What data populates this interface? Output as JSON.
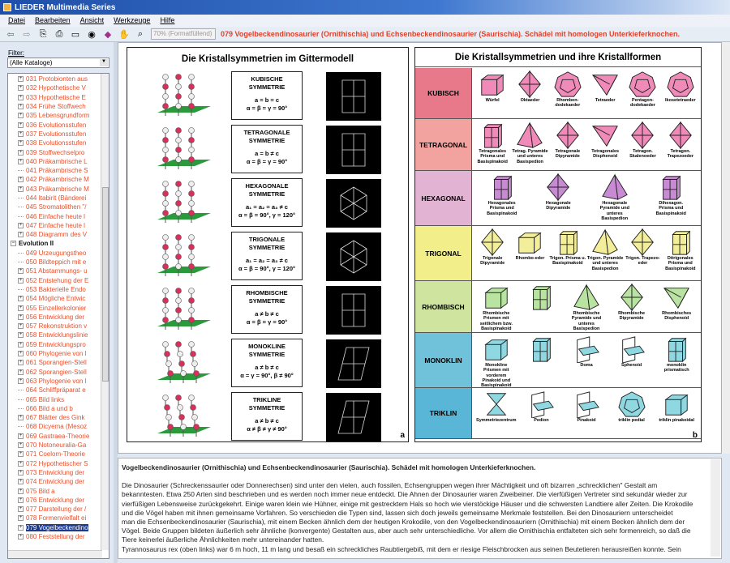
{
  "app": {
    "title": "LIEDER Multimedia Series"
  },
  "menu": [
    "Datei",
    "Bearbeiten",
    "Ansicht",
    "Werkzeuge",
    "Hilfe"
  ],
  "toolbar": {
    "zoom_value": "70% (Formatfüllend)",
    "doc_title": "079 Vogelbeckendinosaurier (Ornithischia) und Echsenbeckendinosaurier (Saurischia). Schädel mit homologen Unterkieferknochen."
  },
  "sidebar": {
    "filter_label": "Filter:",
    "filter_value": "(Alle Kataloge)",
    "tree": [
      {
        "t": "031 Protobionten aus",
        "e": 1
      },
      {
        "t": "032 Hypothetische V",
        "e": 1
      },
      {
        "t": "033 Hypothetische E",
        "e": 1
      },
      {
        "t": "034 Frühe Stoffwech",
        "e": 1
      },
      {
        "t": "035 Lebensgrundform",
        "e": 1
      },
      {
        "t": "036 Evolutionsstufen",
        "e": 1
      },
      {
        "t": "037 Evolutionsstufen",
        "e": 1
      },
      {
        "t": "038 Evolutionsstufen",
        "e": 1
      },
      {
        "t": "039 Stoffwechselpro",
        "e": 1
      },
      {
        "t": "040 Präkambrische L",
        "e": 1
      },
      {
        "t": "041 Präkambrische S",
        "e": 0
      },
      {
        "t": "042 Präkambrische M",
        "e": 1
      },
      {
        "t": "043 Präkambrische M",
        "e": 1
      },
      {
        "t": "044 Itabirit (Bänderei",
        "e": 0
      },
      {
        "t": "045 Stromatolithen \"/",
        "e": 0
      },
      {
        "t": "046 Einfache heute l",
        "e": 0
      },
      {
        "t": "047 Einfache heute l",
        "e": 1
      },
      {
        "t": "048 Diagramm des V",
        "e": 1
      },
      {
        "t": "Evolution II",
        "g": 1
      },
      {
        "t": "049 Urzeugungstheo",
        "e": 0
      },
      {
        "t": "050 Bildteppich mit e",
        "e": 0
      },
      {
        "t": "051 Abstammungs- u",
        "e": 1
      },
      {
        "t": "052 Entstehung der E",
        "e": 1
      },
      {
        "t": "053 Bakterielle Endo",
        "e": 0
      },
      {
        "t": "054 Mögliche Entwic",
        "e": 1
      },
      {
        "t": "055 Einzellerkolonier",
        "e": 1
      },
      {
        "t": "056 Entwicklung der",
        "e": 1
      },
      {
        "t": "057 Rekonstruktion v",
        "e": 1
      },
      {
        "t": "058 Entwicklungslinie",
        "e": 1
      },
      {
        "t": "059 Entwicklungspro",
        "e": 1
      },
      {
        "t": "060 Phylogenie von l",
        "e": 1
      },
      {
        "t": "061 Sporangien-Stell",
        "e": 1
      },
      {
        "t": "062 Sporangien-Stell",
        "e": 1
      },
      {
        "t": "063 Phylogenie von l",
        "e": 1
      },
      {
        "t": "064 Schliffpräparat e",
        "e": 0
      },
      {
        "t": "065 Bild links",
        "e": 0
      },
      {
        "t": "066 Bild a und b",
        "e": 0
      },
      {
        "t": "067 Blätter des Gink",
        "e": 1
      },
      {
        "t": "068 Dicyema (Mesoz",
        "e": 0
      },
      {
        "t": "069 Gastraea-Theorie",
        "e": 1
      },
      {
        "t": "070 Notoneuralia-Ga",
        "e": 1
      },
      {
        "t": "071 Coelom-Theorie",
        "e": 1
      },
      {
        "t": "072 Hypothetischer S",
        "e": 1
      },
      {
        "t": "073 Entwicklung der",
        "e": 1
      },
      {
        "t": "074 Entwicklung der",
        "e": 1
      },
      {
        "t": "075 Bild a",
        "e": 1
      },
      {
        "t": "076 Entwicklung der",
        "e": 1
      },
      {
        "t": "077 Darstellung der /",
        "e": 1
      },
      {
        "t": "078 Formenvielfalt ei",
        "e": 1
      },
      {
        "t": "079 Vogelbeckendino",
        "e": 1,
        "sel": 1
      },
      {
        "t": "080 Feststellung der",
        "e": 1
      }
    ]
  },
  "panelA": {
    "title": "Die Kristallsymmetrien im Gittermodell",
    "corner": "a",
    "rows": [
      {
        "n1": "KUBISCHE",
        "n2": "SYMMETRIE",
        "f1": "a = b = c",
        "f2": "α = β = γ = 90°"
      },
      {
        "n1": "TETRAGONALE",
        "n2": "SYMMETRIE",
        "f1": "a = b ≠ c",
        "f2": "α = β = γ = 90°"
      },
      {
        "n1": "HEXAGONALE",
        "n2": "SYMMETRIE",
        "f1": "a₁ = a₂ = a₃ ≠ c",
        "f2": "α = β = 90°, γ = 120°"
      },
      {
        "n1": "TRIGONALE",
        "n2": "SYMMETRIE",
        "f1": "a₁ = a₂ = a₃ ≠ c",
        "f2": "α = β = 90°, γ = 120°"
      },
      {
        "n1": "RHOMBISCHE",
        "n2": "SYMMETRIE",
        "f1": "a ≠ b ≠ c",
        "f2": "α = β = γ = 90°"
      },
      {
        "n1": "MONOKLINE",
        "n2": "SYMMETRIE",
        "f1": "a ≠ b ≠ c",
        "f2": "α = γ = 90°, β ≠ 90°"
      },
      {
        "n1": "TRIKLINE",
        "n2": "SYMMETRIE",
        "f1": "a ≠ b ≠ c",
        "f2": "α ≠ β ≠ γ ≠ 90°"
      }
    ]
  },
  "panelB": {
    "title": "Die Kristallsymmetrien und ihre Kristallformen",
    "corner": "b",
    "rows": [
      {
        "label": "KUBISCH",
        "bg": "#e8798b",
        "fill": "#f08ab8",
        "items": [
          {
            "n": "Würfel",
            "s": "cube"
          },
          {
            "n": "Oktaeder",
            "s": "dipyr"
          },
          {
            "n": "Rhomben-dodekaeder",
            "s": "poly"
          },
          {
            "n": "Tetraeder",
            "s": "tetra"
          },
          {
            "n": "Pentagon-dodekaeder",
            "s": "poly"
          },
          {
            "n": "Ikosetetraeder",
            "s": "poly"
          }
        ]
      },
      {
        "label": "TETRAGONAL",
        "bg": "#f2a3a0",
        "fill": "#f08ab8",
        "items": [
          {
            "n": "Tetragonales Prisma und Basispinakoid",
            "s": "prism"
          },
          {
            "n": "Tetrag. Pyramide und unteres Basispedion",
            "s": "pyr"
          },
          {
            "n": "Tetragonale Dipyramide",
            "s": "dipyr"
          },
          {
            "n": "Tetragonales Disphenoid",
            "s": "tetra"
          },
          {
            "n": "Tetragon. Skalenoeder",
            "s": "dipyr"
          },
          {
            "n": "Tetragon. Trapezoeder",
            "s": "dipyr"
          }
        ]
      },
      {
        "label": "HEXAGONAL",
        "bg": "#e3b3d3",
        "fill": "#c88bd3",
        "items": [
          {
            "n": "Hexagonales Prisma und Basispinakoid",
            "s": "prism"
          },
          {
            "n": "Hexagonale Dipyramide",
            "s": "dipyr"
          },
          {
            "n": "Hexagonale Pyramide und unteres Basispedion",
            "s": "pyr"
          },
          {
            "n": "Dihexagon. Prisma und Basispinakoid",
            "s": "prism"
          }
        ]
      },
      {
        "label": "TRIGONAL",
        "bg": "#f2ef8a",
        "fill": "#f3ee9a",
        "items": [
          {
            "n": "Trigonale Dipyramide",
            "s": "dipyr"
          },
          {
            "n": "Rhombo-eder",
            "s": "cube"
          },
          {
            "n": "Trigon. Prisma u. Basispinakoid",
            "s": "prism"
          },
          {
            "n": "Trigon. Pyramide und unteres Basispedion",
            "s": "pyr"
          },
          {
            "n": "Trigon. Trapezo-eder",
            "s": "dipyr"
          },
          {
            "n": "Ditrigonales Prisma und Basispinakoid",
            "s": "prism"
          }
        ]
      },
      {
        "label": "RHOMBISCH",
        "bg": "#cfe49e",
        "fill": "#b8e3a0",
        "items": [
          {
            "n": "Rhombische Prismen mit seitlichem bzw. Basispinakoid",
            "s": "cube"
          },
          {
            "n": "",
            "s": "prism"
          },
          {
            "n": "Rhombische Pyramide und unteres Basispedion",
            "s": "pyr"
          },
          {
            "n": "Rhombische Dipyramide",
            "s": "dipyr"
          },
          {
            "n": "Rhombisches Disphenoid",
            "s": "tetra"
          }
        ]
      },
      {
        "label": "MONOKLIN",
        "bg": "#6fc2d9",
        "fill": "#8fd8e2",
        "items": [
          {
            "n": "Monokline Prismen mit vorderem Pinakoid und Basispinakoid",
            "s": "cube"
          },
          {
            "n": "",
            "s": "prism"
          },
          {
            "n": "Doma",
            "s": "plane"
          },
          {
            "n": "Sphenoid",
            "s": "plane"
          },
          {
            "n": "monoklin prismatisch",
            "s": "prism"
          }
        ]
      },
      {
        "label": "TRIKLIN",
        "bg": "#5ab6d6",
        "fill": "#8fd8e2",
        "items": [
          {
            "n": "Symmetriezentrum",
            "s": "hour"
          },
          {
            "n": "Pedion",
            "s": "plane"
          },
          {
            "n": "Pinakoid",
            "s": "plane"
          },
          {
            "n": "triklin pedial",
            "s": "poly"
          },
          {
            "n": "triklin pinakoidal",
            "s": "cube"
          }
        ]
      }
    ]
  },
  "text": {
    "heading": "Vogelbeckendinosaurier (Ornithischia) und Echsenbeckendinosaurier (Saurischia). Schädel mit homologen Unterkieferknochen.",
    "lines": [
      "Die Dinosaurier (Schreckenssaurier oder Donnerechsen) sind unter den vielen, auch fossilen, Echsengruppen wegen ihrer Mächtigkeit und oft bizarren „schrecklichen\" Gestalt am",
      "bekanntesten. Etwa 250 Arten sind beschrieben und es werden noch immer neue entdeckt. Die Ahnen der Dinosaurier waren Zweibeiner. Die vierfüßigen Vertreter sind sekundär wieder zur",
      "vierfüßigen Lebensweise zurückgekehrt. Einige waren klein wie Hühner, einige mit gestrecktem Hals so hoch wie vierstöckige Häuser und die schwersten Landtiere aller Zeiten. Die Krokodile",
      "und die Vögel haben mit ihnen gemeinsame Vorfahren. So verschieden die Typen sind, lassen sich doch jeweils gemeinsame Merkmale feststellen. Bei den Dinosauriern unterscheidet",
      "man die Echsenbeckendinosaurier (Saurischia), mit einem Becken ähnlich dem der heutigen Krokodile, von den Vogelbeckendinosauriern (Ornithischia) mit einem Becken ähnlich dem der",
      "Vögel. Beide Gruppen bildeten äußerlich sehr ähnliche (konvergente) Gestalten aus, aber auch sehr unterschiedliche. Vor allem die Ornithischia entfalteten sich sehr formenreich, so daß die",
      "Tiere keinerlei äußerliche Ähnlichkeiten mehr untereinander hatten.",
      "Tyrannosaurus rex (oben links) war 6 m hoch, 11 m lang und besaß ein schreckliches Raubtiergebiß, mit dem er riesige Fleischbrocken aus seinen Beutetieren herausreißen konnte. Sein"
    ]
  }
}
